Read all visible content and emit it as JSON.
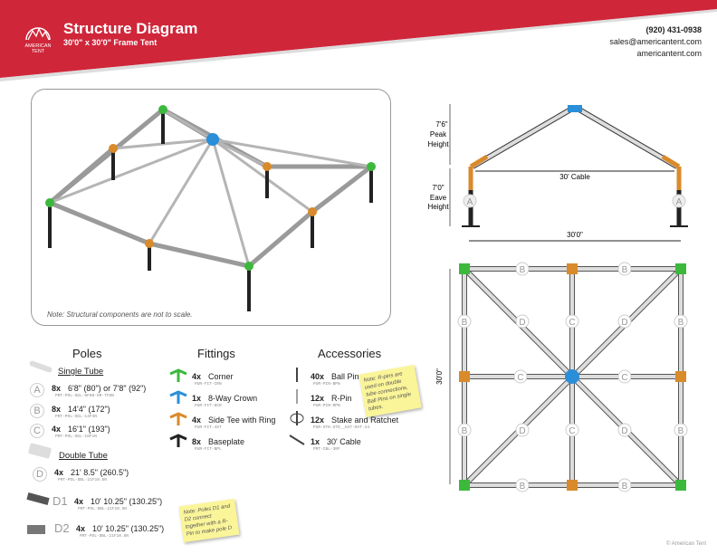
{
  "header": {
    "title": "Structure Diagram",
    "subtitle": "30'0\" x 30'0\" Frame Tent",
    "logo_text": "AMERICAN TENT",
    "phone": "(920) 431-0938",
    "email": "sales@americantent.com",
    "website": "americantent.com",
    "brand_color": "#d0263a"
  },
  "render": {
    "note": "Note: Structural components are not to scale."
  },
  "side_view": {
    "peak_value": "7'6\"",
    "peak_label1": "Peak",
    "peak_label2": "Height",
    "eave_value": "7'0\"",
    "eave_label1": "Eave",
    "eave_label2": "Height",
    "cable": "30' Cable",
    "width": "30'0\"",
    "pole_label": "A"
  },
  "top_view": {
    "depth": "30'0\"",
    "labels": {
      "b": "B",
      "c": "C",
      "d": "D"
    }
  },
  "poles": {
    "heading": "Poles",
    "single_tube": "Single Tube",
    "double_tube": "Double Tube",
    "items": [
      {
        "letter": "A",
        "qty": "8x",
        "size": "6'8\" (80\") or 7'8\" (92\")",
        "part": "PRT-POL-SGL-6F8N-OR-7F8N"
      },
      {
        "letter": "B",
        "qty": "8x",
        "size": "14'4\" (172\")",
        "part": "PRT-POL-SGL-14F4N"
      },
      {
        "letter": "C",
        "qty": "4x",
        "size": "16'1\" (193\")",
        "part": "PRT-POL-SGL-16F1N"
      },
      {
        "letter": "D",
        "qty": "4x",
        "size": "21' 8.5\" (260.5\")",
        "part": "PRT-POL-DBL-21F10.5N"
      },
      {
        "letter": "D1",
        "qty": "4x",
        "size": "10' 10.25\" (130.25\")",
        "part": "PRT-POL-DBL-21F10.5N"
      },
      {
        "letter": "D2",
        "qty": "4x",
        "size": "10' 10.25\" (130.25\")",
        "part": "PRT-POL-DBL-21F10.5N"
      }
    ],
    "note": "Note: Poles D1 and D2 connect together with a R-Pin to make pole D"
  },
  "fittings": {
    "heading": "Fittings",
    "items": [
      {
        "qty": "4x",
        "name": "Corner",
        "part": "PUR-FIT-CRN",
        "color": "#3cb93c"
      },
      {
        "qty": "1x",
        "name": "8-Way Crown",
        "part": "PUR-FIT-8CR",
        "color": "#2a8fd8"
      },
      {
        "qty": "4x",
        "name": "Side Tee with Ring",
        "part": "PUR-FIT-4ST",
        "color": "#d98a2a"
      },
      {
        "qty": "8x",
        "name": "Baseplate",
        "part": "PUR-FIT-BPL",
        "color": "#222222"
      }
    ]
  },
  "accessories": {
    "heading": "Accessories",
    "items": [
      {
        "qty": "40x",
        "name": "Ball Pin",
        "part": "PUR-PIN-BPN"
      },
      {
        "qty": "12x",
        "name": "R-Pin",
        "part": "PUR-PIN-RPN"
      },
      {
        "qty": "12x",
        "name": "Stake and Ratchet",
        "part": "PUR-STK-STD__KIT-RAT-24"
      },
      {
        "qty": "1x",
        "name": "30' Cable",
        "part": "PRT-CBL-30F"
      }
    ],
    "note": "Note: R-pins are used on double tube connections, Ball Pins on single tubes."
  },
  "footer": {
    "copyright": "© American Tent"
  }
}
